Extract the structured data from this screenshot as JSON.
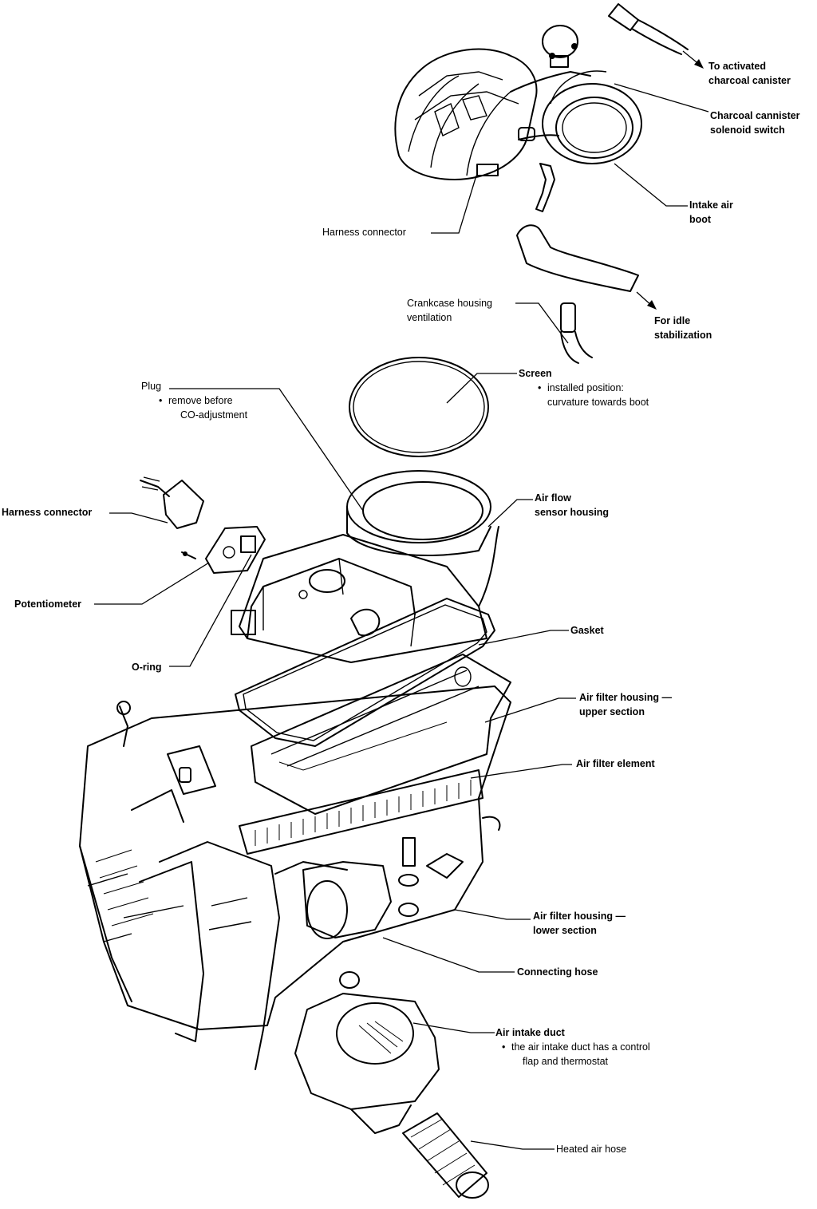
{
  "labels": {
    "to_charcoal": [
      "To activated",
      "charcoal canister"
    ],
    "solenoid": [
      "Charcoal cannister",
      "solenoid switch"
    ],
    "intake_boot": [
      "Intake air",
      "boot"
    ],
    "harness_top": "Harness connector",
    "idle": [
      "For idle",
      "stabilization"
    ],
    "crankcase": [
      "Crankcase housing",
      "ventilation"
    ],
    "screen": {
      "title": "Screen",
      "note": [
        "installed position:",
        "curvature towards boot"
      ]
    },
    "plug": {
      "title": "Plug",
      "note": [
        "remove before",
        "CO-adjustment"
      ]
    },
    "air_flow": [
      "Air flow",
      "sensor housing"
    ],
    "harness_left": "Harness connector",
    "potentiometer": "Potentiometer",
    "gasket": "Gasket",
    "o_ring": "O-ring",
    "upper_section": [
      "Air filter housing —",
      "upper section"
    ],
    "filter_element": "Air filter element",
    "lower_section": [
      "Air filter housing —",
      "lower section"
    ],
    "connecting_hose": "Connecting hose",
    "intake_duct": {
      "title": "Air intake duct",
      "note": [
        "the air intake duct has a control",
        "flap and thermostat"
      ]
    },
    "heated_hose": "Heated air hose"
  }
}
